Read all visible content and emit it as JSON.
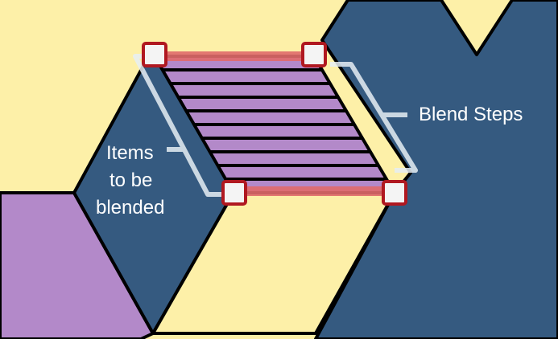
{
  "colors": {
    "yellow": "#fdf0a8",
    "navy": "#355a80",
    "purple": "#b389c9",
    "outline": "#000000",
    "handle_border": "#b01820",
    "handle_fill": "#f4f4f4",
    "edge_highlight": "#e06a6a",
    "bracket": "#e6eef4"
  },
  "labels": {
    "blend_steps": "Blend Steps",
    "items_line1": "Items",
    "items_line2": "to be",
    "items_line3": "blended"
  },
  "blend": {
    "step_count": 8
  },
  "handles": [
    {
      "name": "top-left-handle"
    },
    {
      "name": "top-right-handle"
    },
    {
      "name": "bottom-left-handle"
    },
    {
      "name": "bottom-right-handle"
    }
  ]
}
